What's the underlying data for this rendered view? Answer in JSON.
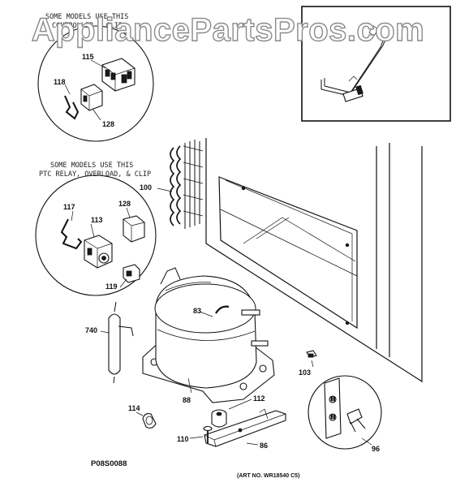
{
  "watermark": "AppliancePartsPros.com",
  "notes": {
    "controller_top": "SOME MODELS USE THIS",
    "controller_bottom": "CONTROLLER & CLIP",
    "ptc_top": "SOME MODELS USE THIS",
    "ptc_bottom": "PTC RELAY, OVERLOAD, & CLIP"
  },
  "callouts": {
    "p115": "115",
    "p118": "118",
    "p128a": "128",
    "p100": "100",
    "p128b": "128",
    "p117": "117",
    "p113": "113",
    "p119": "119",
    "p740": "740",
    "p83": "83",
    "p103": "103",
    "p88": "88",
    "p112": "112",
    "p114": "114",
    "p110": "110",
    "p86": "86",
    "p96": "96"
  },
  "diagram_code": "P08S0088",
  "art_number": "(ART NO. WR18540 C5)"
}
